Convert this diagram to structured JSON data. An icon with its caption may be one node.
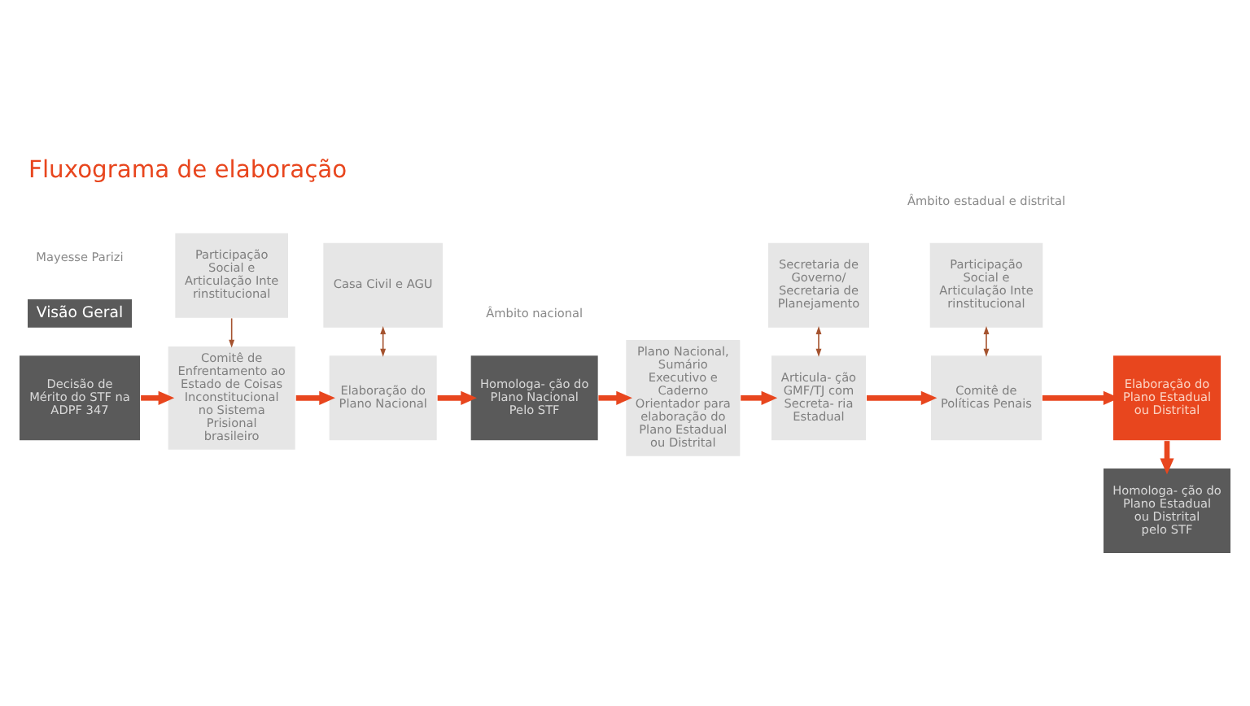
{
  "diagram": {
    "title": "Fluxograma de elaboração",
    "nodes": [
      {
        "text": [
          "Decisão de Mérito do STF na ADPF 347"
        ]
      },
      {
        "text": [
          "Comitê de Enfrentamento ao Estado de Coisas Inconstitucional no Sistema Prisional brasileiro"
        ]
      },
      {
        "text": [
          "Participação Social e Articulação Interinstitucional"
        ]
      },
      {
        "text": [
          "Elaboração do Plano Nacional"
        ]
      },
      {
        "text": [
          "Casa Civil e AGU"
        ]
      },
      {
        "text": [
          "Homologa- ção do Plano Nacional Pelo STF"
        ]
      },
      {
        "text": [
          "Plano Nacional, Sumário Executivo e Caderno Orientador para elaboração do Plano Estadual ou Distrital"
        ]
      },
      {
        "text": [
          "Articula- ção GMF/TJ com Secreta- ria Estadual"
        ]
      },
      {
        "text": [
          "Secretaria de Governo/ Secretaria de Planejamento"
        ]
      },
      {
        "text": [
          "Participação Social e Articulação Interinstitucional"
        ]
      },
      {
        "text": [
          "Comitê de Políticas Penais"
        ]
      },
      {
        "text": [
          "Elaboração do Plano Estadual ou Distrital"
        ]
      },
      {
        "text": [
          "Homologa- ção do Plano Estadual ou Distrital pelo STF"
        ]
      }
    ],
    "edges": [
      {
        "from": 0,
        "to": 1,
        "arrow": "to"
      },
      {
        "from": 2,
        "to": 1,
        "arrow": "to",
        "color": "#a5532f"
      },
      {
        "from": 1,
        "to": 3,
        "arrow": "to"
      },
      {
        "from": 4,
        "to": 3,
        "arrow": "both",
        "color": "#a5532f"
      },
      {
        "from": 3,
        "to": 5,
        "arrow": "to"
      },
      {
        "from": 5,
        "to": 6,
        "arrow": "to"
      },
      {
        "from": 6,
        "to": 7,
        "arrow": "to"
      },
      {
        "from": 8,
        "to": 7,
        "arrow": "both",
        "color": "#a5532f"
      },
      {
        "from": 7,
        "to": 10,
        "arrow": "to"
      },
      {
        "from": 9,
        "to": 10,
        "arrow": "both",
        "color": "#a5532f"
      },
      {
        "from": 10,
        "to": 11,
        "arrow": "to"
      },
      {
        "from": 11,
        "to": 12,
        "arrow": "to"
      }
    ],
    "labels": [
      "Visão Geral",
      "Âmbito nacional",
      "Âmbito estadual e distrital",
      "Mayesse Parizi"
    ]
  }
}
